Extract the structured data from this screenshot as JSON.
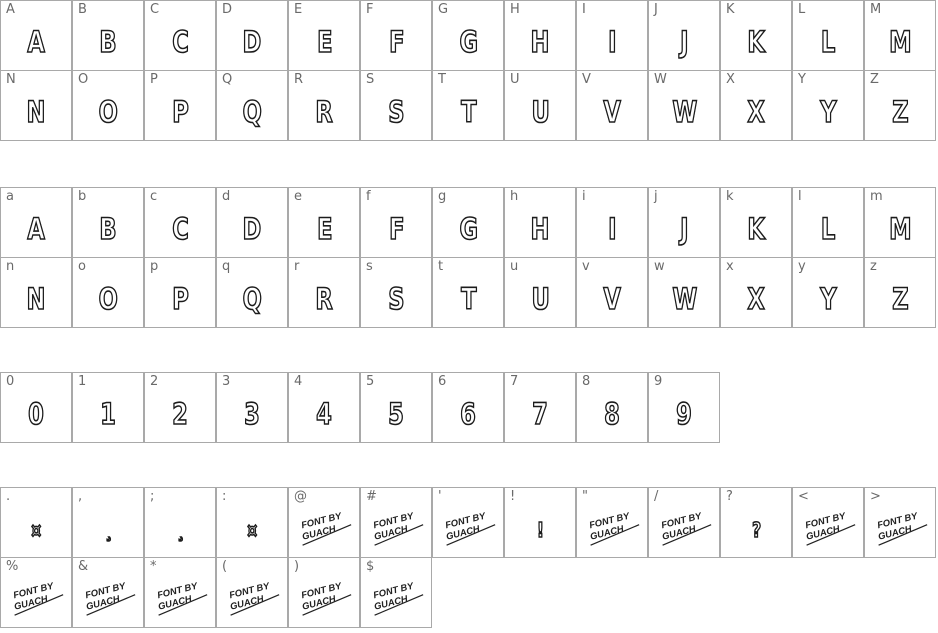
{
  "uppercase": [
    "A",
    "B",
    "C",
    "D",
    "E",
    "F",
    "G",
    "H",
    "I",
    "J",
    "K",
    "L",
    "M",
    "N",
    "O",
    "P",
    "Q",
    "R",
    "S",
    "T",
    "U",
    "V",
    "W",
    "X",
    "Y",
    "Z"
  ],
  "lowercase_labels": [
    "a",
    "b",
    "c",
    "d",
    "e",
    "f",
    "g",
    "h",
    "i",
    "j",
    "k",
    "l",
    "m",
    "n",
    "o",
    "p",
    "q",
    "r",
    "s",
    "t",
    "u",
    "v",
    "w",
    "x",
    "y",
    "z"
  ],
  "lowercase_glyphs": [
    "A",
    "B",
    "C",
    "D",
    "E",
    "F",
    "G",
    "H",
    "I",
    "J",
    "K",
    "L",
    "M",
    "N",
    "O",
    "P",
    "Q",
    "R",
    "S",
    "T",
    "U",
    "V",
    "W",
    "X",
    "Y",
    "Z"
  ],
  "digits": [
    "0",
    "1",
    "2",
    "3",
    "4",
    "5",
    "6",
    "7",
    "8",
    "9"
  ],
  "punctuation": [
    {
      "label": ".",
      "glyph": "¤"
    },
    {
      "label": ",",
      "glyph": "¸"
    },
    {
      "label": ";",
      "glyph": "¸"
    },
    {
      "label": ":",
      "glyph": "¤"
    },
    {
      "label": "@",
      "credit": true
    },
    {
      "label": "#",
      "credit": true
    },
    {
      "label": "'",
      "credit": true
    },
    {
      "label": "!",
      "glyph": "!"
    },
    {
      "label": "\"",
      "credit": true
    },
    {
      "label": "/",
      "credit": true
    },
    {
      "label": "?",
      "glyph": "?"
    },
    {
      "label": "<",
      "credit": true
    },
    {
      "label": ">",
      "credit": true
    },
    {
      "label": "%",
      "credit": true
    },
    {
      "label": "&",
      "credit": true
    },
    {
      "label": "*",
      "credit": true
    },
    {
      "label": "(",
      "credit": true
    },
    {
      "label": ")",
      "credit": true
    },
    {
      "label": "$",
      "credit": true
    }
  ],
  "credit_text": {
    "line1": "FONT BY",
    "line2": "GUACH"
  }
}
